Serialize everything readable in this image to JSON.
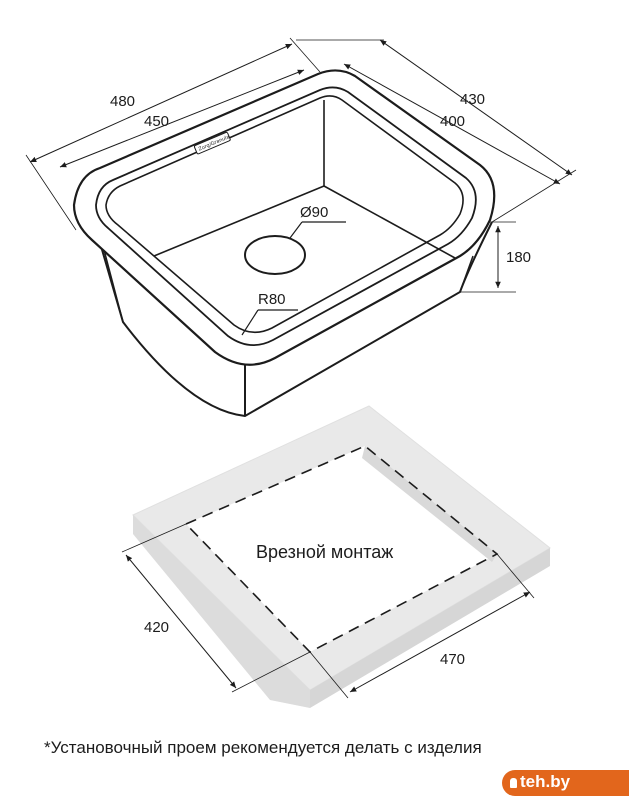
{
  "sink": {
    "brand": "Zorg/Granula",
    "dimensions": {
      "outer_length": "480",
      "inner_length": "450",
      "outer_width": "430",
      "inner_width": "400",
      "depth": "180",
      "drain_diameter": "Ø90",
      "corner_radius": "R80"
    }
  },
  "cutout": {
    "label": "Врезной монтаж",
    "width": "420",
    "length": "470"
  },
  "footnote": "*Установочный проем рекомендуется делать с изделия",
  "watermark": {
    "text": "teh.by",
    "color": "#e2661c"
  }
}
